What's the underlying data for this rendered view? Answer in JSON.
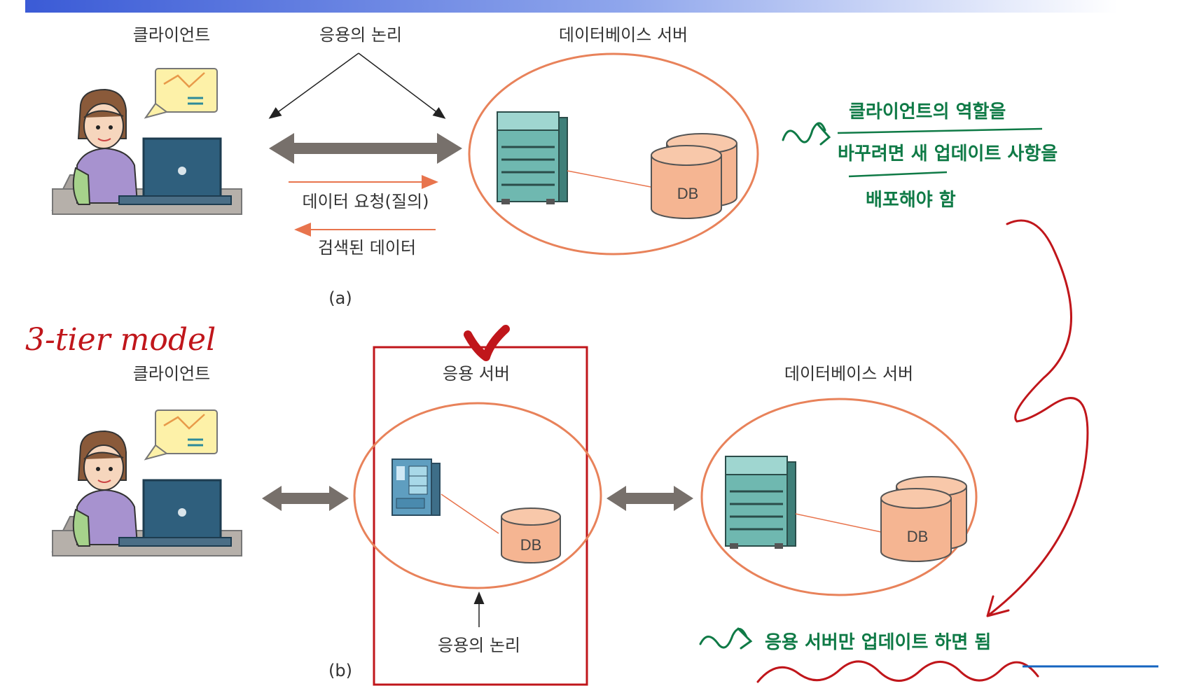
{
  "diagram_a": {
    "client_label": "클라이언트",
    "app_logic_label": "응용의 논리",
    "db_server_label": "데이터베이스 서버",
    "request_label": "데이터 요청(질의)",
    "response_label": "검색된 데이터",
    "db_label": "DB",
    "caption": "(a)"
  },
  "diagram_b": {
    "client_label": "클라이언트",
    "app_server_label": "응용 서버",
    "db_server_label": "데이터베이스 서버",
    "app_logic_label": "응용의 논리",
    "app_db_label": "DB",
    "db_label": "DB",
    "caption": "(b)"
  },
  "annotations": {
    "title_handwritten": "3-tier model",
    "note_top_line1": "클라이언트의 역할을",
    "note_top_line2": "바꾸려면 새 업데이트 사항을",
    "note_top_line3": "배포해야 함",
    "note_bottom": "응용 서버만 업데이트 하면 됨"
  },
  "colors": {
    "header_bar": "#3b5bd6",
    "ellipse": "#e8825a",
    "arrow_orange": "#e8744d",
    "highlight_box": "#c0161b",
    "note_green": "#0f7a46",
    "db_fill": "#f5b592",
    "server_fill": "#6fb8b0",
    "double_arrow": "#77706b",
    "underline_blue": "#1565c0"
  }
}
